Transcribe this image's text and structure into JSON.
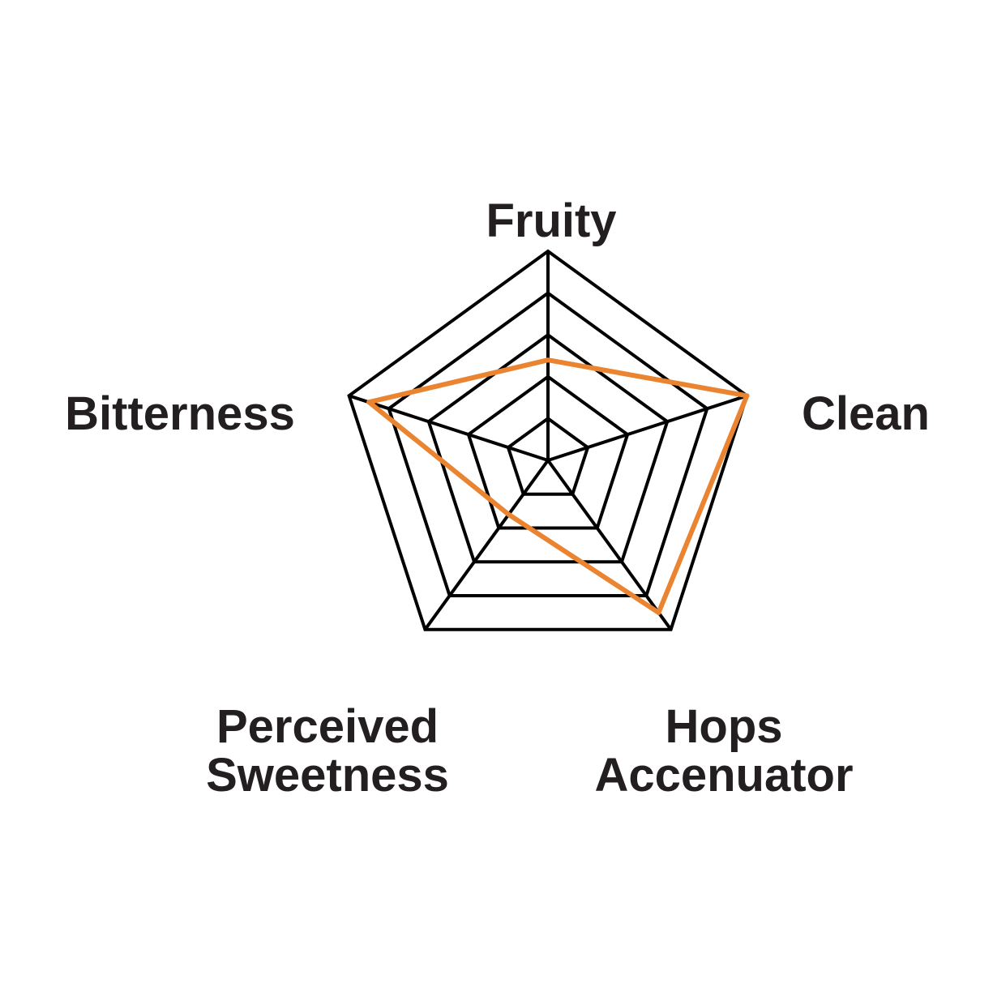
{
  "chart_data": {
    "type": "radar",
    "axes": [
      {
        "label_lines": [
          "Fruity"
        ],
        "value": 2.4
      },
      {
        "label_lines": [
          "Clean"
        ],
        "value": 5
      },
      {
        "label_lines": [
          "Hops",
          "Accenuator"
        ],
        "value": 4.5
      },
      {
        "label_lines": [
          "Perceived",
          "Sweetness"
        ],
        "value": 1.6
      },
      {
        "label_lines": [
          "Bitterness"
        ],
        "value": 4.5
      }
    ],
    "scale": {
      "min": 0,
      "max": 5,
      "rings": 5
    },
    "colors": {
      "grid": "#000000",
      "series": "#ea8430",
      "text": "#231f20"
    }
  }
}
